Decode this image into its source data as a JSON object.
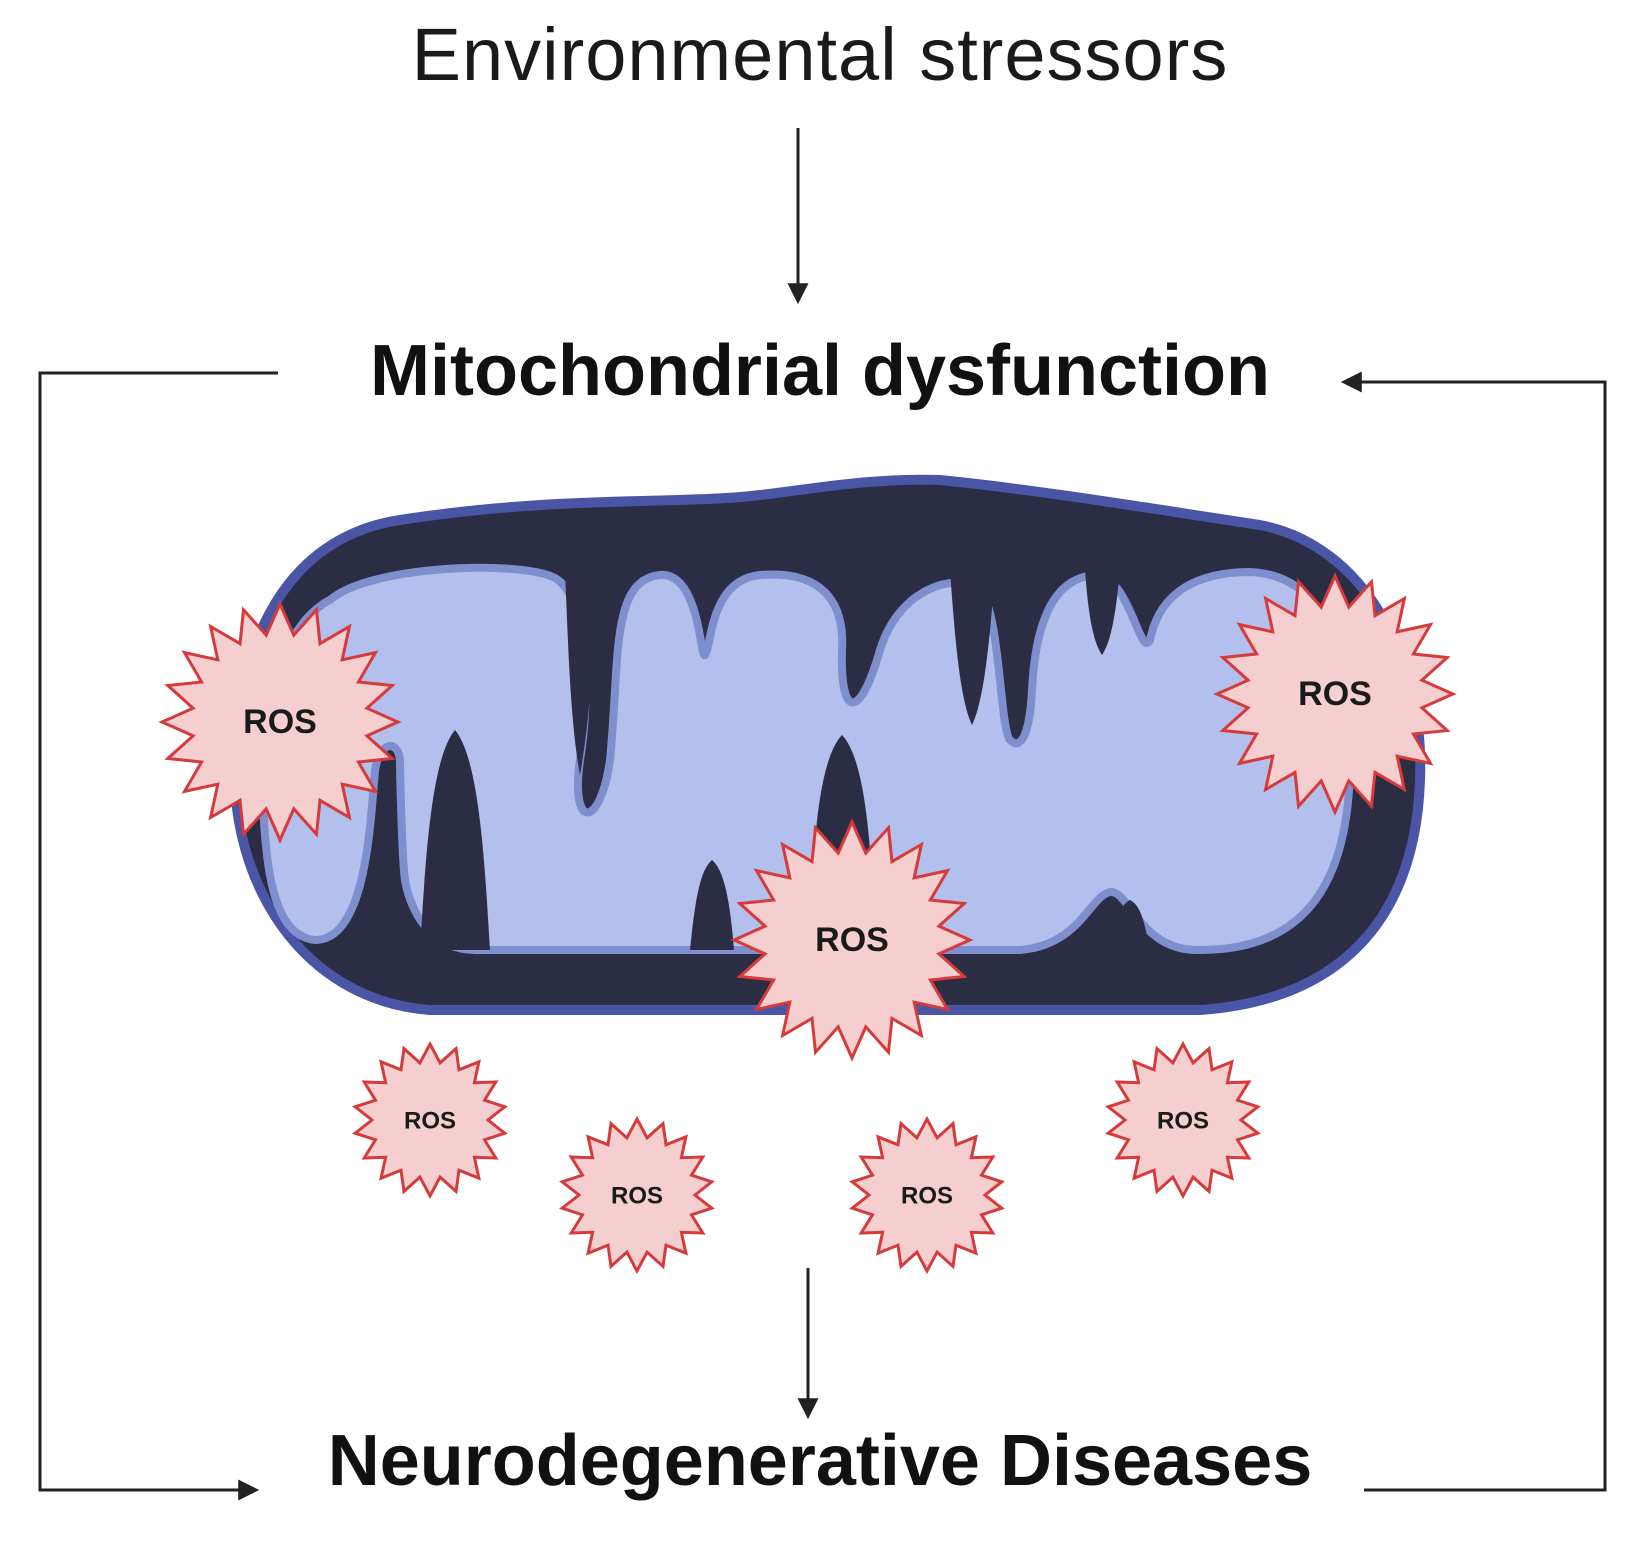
{
  "nodes": {
    "environmental_stressors": "Environmental stressors",
    "mitochondrial_dysfunction": "Mitochondrial dysfunction",
    "neurodegenerative_diseases": "Neurodegenerative Diseases"
  },
  "ros_label": "ROS",
  "ros_bursts": [
    {
      "id": "ros-1",
      "label": "ROS"
    },
    {
      "id": "ros-2",
      "label": "ROS"
    },
    {
      "id": "ros-3",
      "label": "ROS"
    },
    {
      "id": "ros-4",
      "label": "ROS"
    },
    {
      "id": "ros-5",
      "label": "ROS"
    },
    {
      "id": "ros-6",
      "label": "ROS"
    },
    {
      "id": "ros-7",
      "label": "ROS"
    }
  ],
  "edges": [
    {
      "from": "environmental_stressors",
      "to": "mitochondrial_dysfunction"
    },
    {
      "from": "mitochondrial_dysfunction",
      "to": "neurodegenerative_diseases"
    },
    {
      "from": "mitochondrial_dysfunction",
      "to": "neurodegenerative_diseases",
      "route": "left loop"
    },
    {
      "from": "neurodegenerative_diseases",
      "to": "mitochondrial_dysfunction",
      "route": "right loop"
    }
  ],
  "colors": {
    "matrix": "#b3bfec",
    "outer_membrane": "#4b55a6",
    "intermembrane": "#2a2d44",
    "ros_fill": "#f5cfcf",
    "ros_stroke": "#d63a3a",
    "arrow": "#222222"
  }
}
